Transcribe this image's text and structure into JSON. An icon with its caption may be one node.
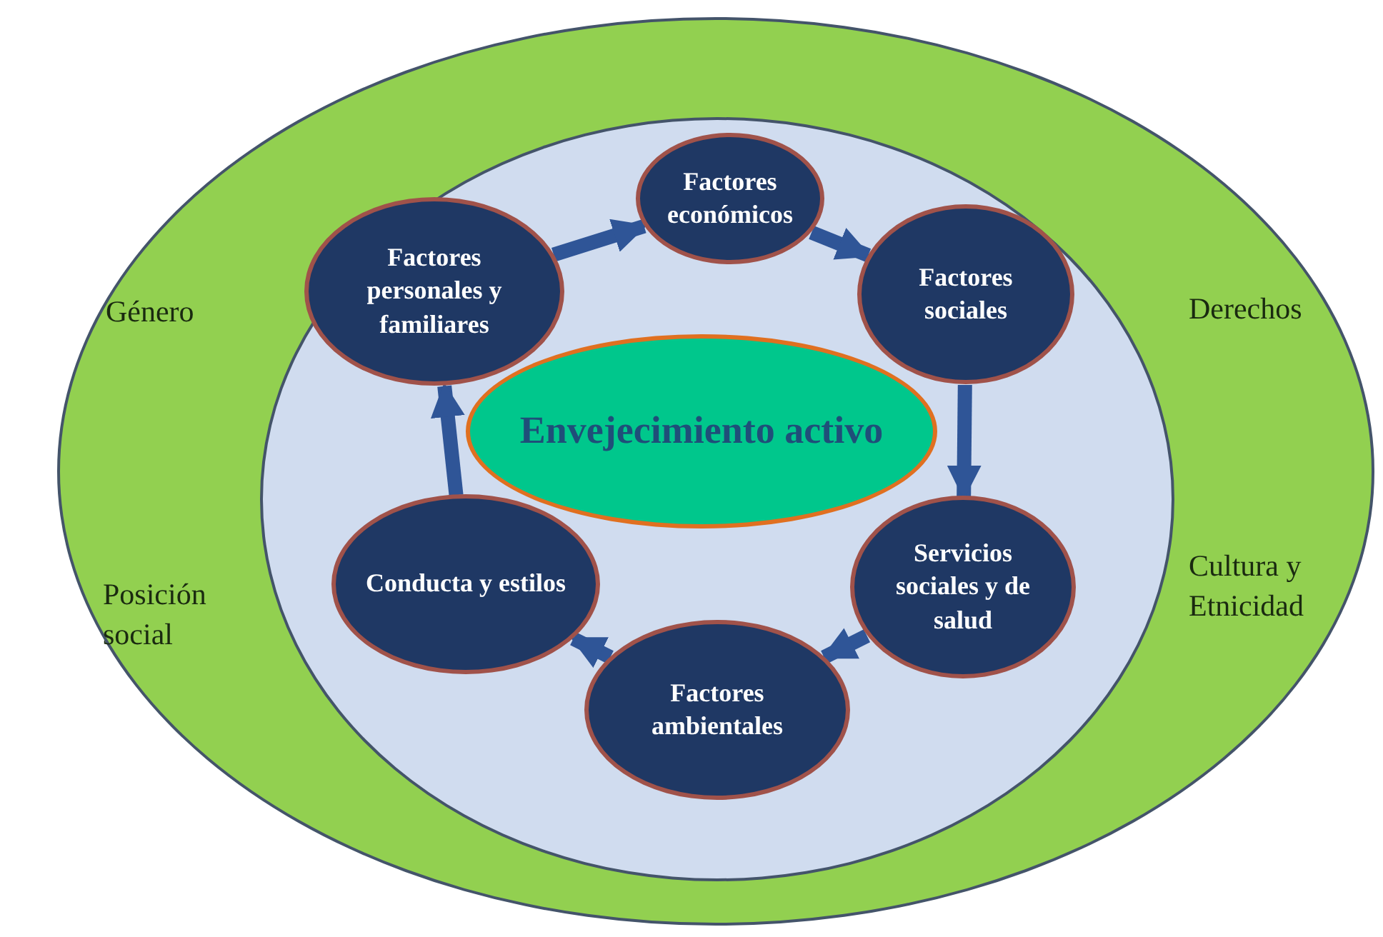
{
  "diagram": {
    "nodes": [
      {
        "text": [
          "Género",
          "Derechos",
          "Posición social",
          "Cultura y Etnicidad"
        ]
      },
      {
        "text": [],
        "shape": "ellipse",
        "in": 0
      },
      {
        "text": [
          "Factores económicos"
        ],
        "in": 1
      },
      {
        "text": [
          "Factores personales y familiares"
        ],
        "in": 1
      },
      {
        "text": [
          "Factores sociales"
        ],
        "in": 1
      },
      {
        "text": [
          "Envejecimiento activo"
        ],
        "in": 1
      },
      {
        "text": [
          "Conducta y estilos"
        ],
        "in": 1
      },
      {
        "text": [
          "Servicios sociales y de salud"
        ],
        "in": 1
      },
      {
        "text": [
          "Factores ambientales"
        ],
        "in": 1
      }
    ],
    "edges": [
      {
        "from": 3,
        "to": 2,
        "arrow": "to"
      },
      {
        "from": 2,
        "to": 4,
        "arrow": "to"
      },
      {
        "from": 4,
        "to": 7,
        "arrow": "to"
      },
      {
        "from": 7,
        "to": 8,
        "arrow": "to"
      },
      {
        "from": 8,
        "to": 6,
        "arrow": "to"
      },
      {
        "from": 6,
        "to": 3,
        "arrow": "to"
      }
    ]
  }
}
